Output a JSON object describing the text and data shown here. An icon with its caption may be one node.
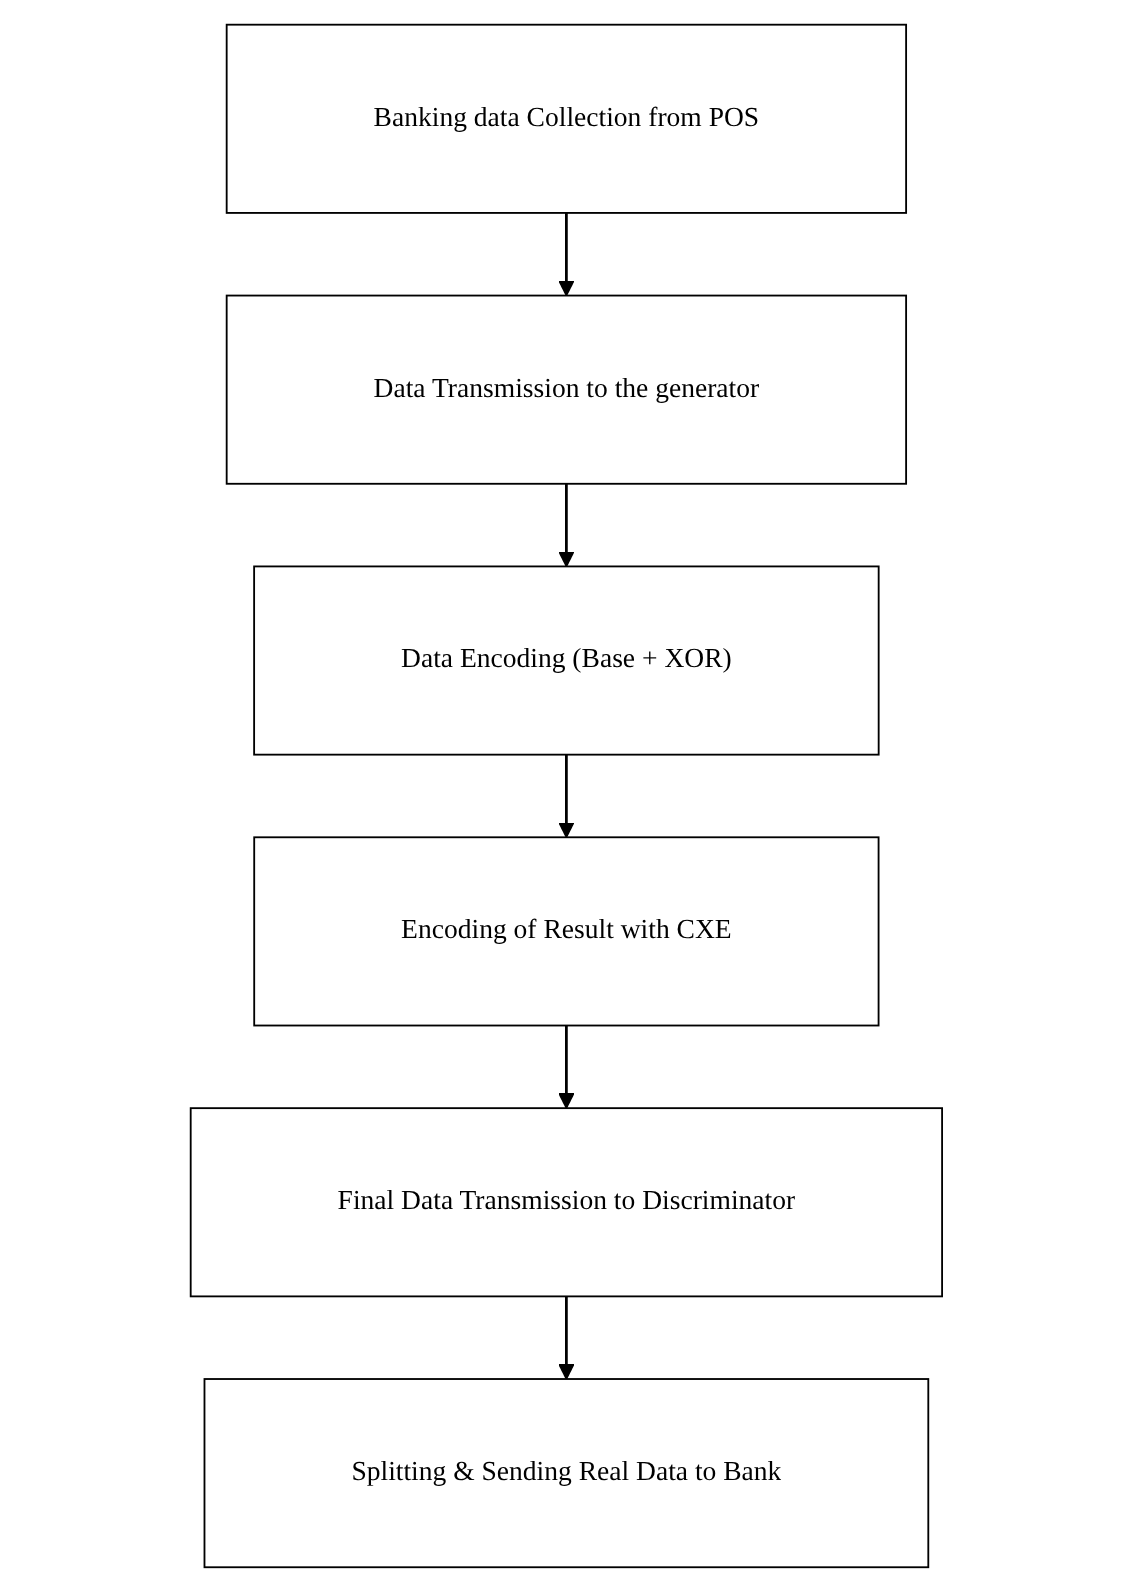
{
  "diagram": {
    "nodes": [
      {
        "text": [
          "Banking data Collection from POS"
        ]
      },
      {
        "text": [
          "Data Transmission to the generator"
        ]
      },
      {
        "text": [
          "Data Encoding (Base + XOR)"
        ]
      },
      {
        "text": [
          "Encoding of Result with CXE"
        ]
      },
      {
        "text": [
          "Final Data Transmission to Discriminator"
        ]
      },
      {
        "text": [
          "Splitting & Sending Real Data to Bank"
        ]
      }
    ],
    "edges": [
      {
        "from": 0,
        "to": 1,
        "arrow": "to"
      },
      {
        "from": 1,
        "to": 2,
        "arrow": "to"
      },
      {
        "from": 2,
        "to": 3,
        "arrow": "to"
      },
      {
        "from": 3,
        "to": 4,
        "arrow": "to"
      },
      {
        "from": 4,
        "to": 5,
        "arrow": "to"
      }
    ]
  }
}
